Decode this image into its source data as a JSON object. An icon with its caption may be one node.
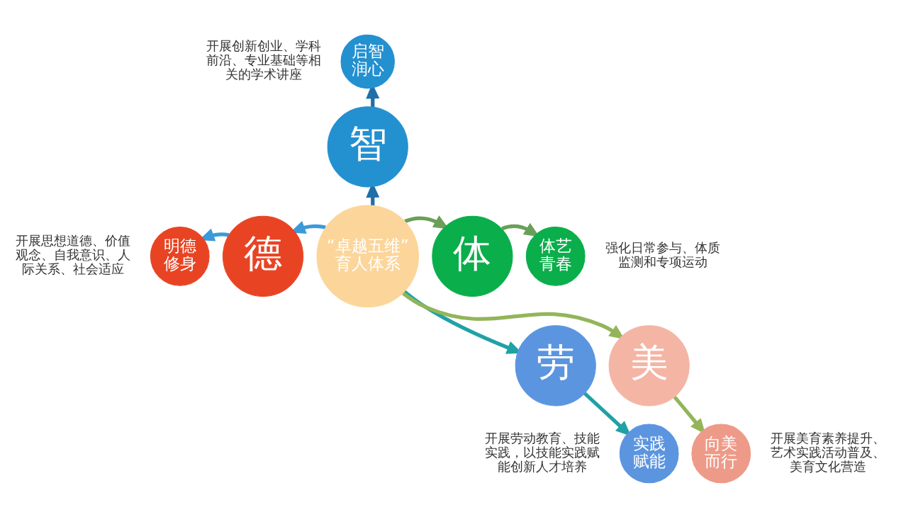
{
  "diagram": {
    "nodes": [
      {
        "text": [
          "“卓越五维”育人体系"
        ]
      },
      {
        "text": [
          "智"
        ]
      },
      {
        "text": [
          "启智润心"
        ],
        "beside": [
          "开展创新创业、学科前沿、专业基础等相关的学术讲座"
        ]
      },
      {
        "text": [
          "德"
        ]
      },
      {
        "text": [
          "明德修身"
        ],
        "beside": [
          "开展思想道德、价值观念、自我意识、人际关系、社会适应"
        ]
      },
      {
        "text": [
          "体"
        ]
      },
      {
        "text": [
          "体艺青春"
        ],
        "beside": [
          "强化日常参与、体质监测和专项运动"
        ]
      },
      {
        "text": [
          "劳"
        ]
      },
      {
        "text": [
          "实践赋能"
        ],
        "beside": [
          "开展劳动教育、技能实践，以技能实践赋能创新人才培养"
        ]
      },
      {
        "text": [
          "美"
        ]
      },
      {
        "text": [
          "向美而行"
        ],
        "beside": [
          "开展美育素养提升、艺术实践活动普及、美育文化营造"
        ]
      }
    ],
    "edges": [
      {
        "from": 0,
        "to": 1,
        "arrow": "to",
        "color": "#1f6fa8"
      },
      {
        "from": 1,
        "to": 2,
        "arrow": "to",
        "color": "#1f6fa8"
      },
      {
        "from": 0,
        "to": 3,
        "arrow": "to",
        "color": "#3a9ad9"
      },
      {
        "from": 3,
        "to": 4,
        "arrow": "to",
        "color": "#3a9ad9"
      },
      {
        "from": 0,
        "to": 5,
        "arrow": "to",
        "color": "#6a9f58"
      },
      {
        "from": 5,
        "to": 6,
        "arrow": "to",
        "color": "#6a9f58"
      },
      {
        "from": 0,
        "to": 7,
        "arrow": "to",
        "color": "#1fa2a6"
      },
      {
        "from": 7,
        "to": 8,
        "arrow": "to",
        "color": "#1fa2a6"
      },
      {
        "from": 0,
        "to": 9,
        "arrow": "to",
        "color": "#93b55a"
      },
      {
        "from": 9,
        "to": 10,
        "arrow": "to",
        "color": "#93b55a"
      }
    ]
  }
}
